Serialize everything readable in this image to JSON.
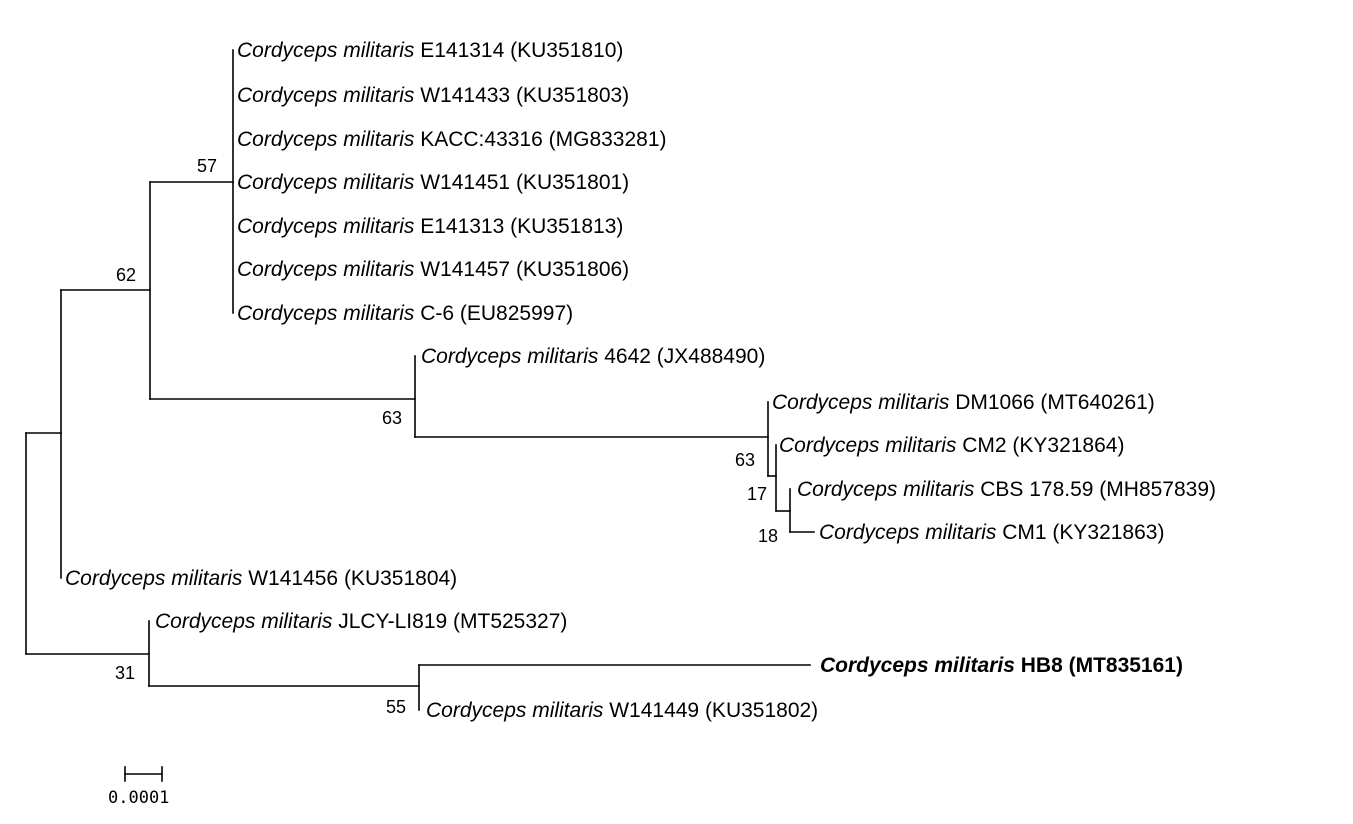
{
  "species": "Cordyceps militaris",
  "taxa": [
    {
      "id": "E141314",
      "strain": "E141314",
      "accession": "(KU351810)"
    },
    {
      "id": "W141433",
      "strain": "W141433",
      "accession": "(KU351803)"
    },
    {
      "id": "KACC43316",
      "strain": "KACC:43316",
      "accession": "(MG833281)"
    },
    {
      "id": "W141451",
      "strain": "W141451",
      "accession": "(KU351801)"
    },
    {
      "id": "E141313",
      "strain": "E141313",
      "accession": "(KU351813)"
    },
    {
      "id": "W141457",
      "strain": "W141457",
      "accession": "(KU351806)"
    },
    {
      "id": "C6",
      "strain": "C-6",
      "accession": "(EU825997)"
    },
    {
      "id": "4642",
      "strain": "4642",
      "accession": "(JX488490)"
    },
    {
      "id": "DM1066",
      "strain": "DM1066",
      "accession": "(MT640261)"
    },
    {
      "id": "CM2",
      "strain": "CM2",
      "accession": "(KY321864)"
    },
    {
      "id": "CBS17859",
      "strain": "CBS 178.59",
      "accession": "(MH857839)"
    },
    {
      "id": "CM1",
      "strain": "CM1",
      "accession": "(KY321863)"
    },
    {
      "id": "W141456",
      "strain": "W141456",
      "accession": "(KU351804)"
    },
    {
      "id": "JLCY",
      "strain": "JLCY-LI819",
      "accession": " (MT525327)"
    },
    {
      "id": "HB8",
      "strain": "HB8",
      "accession": "(MT835161)",
      "highlighted": true
    },
    {
      "id": "W141449",
      "strain": "W141449",
      "accession": "(KU351802)"
    }
  ],
  "bootstrap": [
    {
      "node": "cladeA",
      "value": "57"
    },
    {
      "node": "cladeAB",
      "value": "62"
    },
    {
      "node": "cladeB",
      "value": "63"
    },
    {
      "node": "cladeB2",
      "value": "63"
    },
    {
      "node": "cladeB3",
      "value": "17"
    },
    {
      "node": "cladeB4",
      "value": "18"
    },
    {
      "node": "cladeC",
      "value": "31"
    },
    {
      "node": "cladeC2",
      "value": "55"
    }
  ],
  "scale_bar": {
    "label": "0.0001"
  }
}
